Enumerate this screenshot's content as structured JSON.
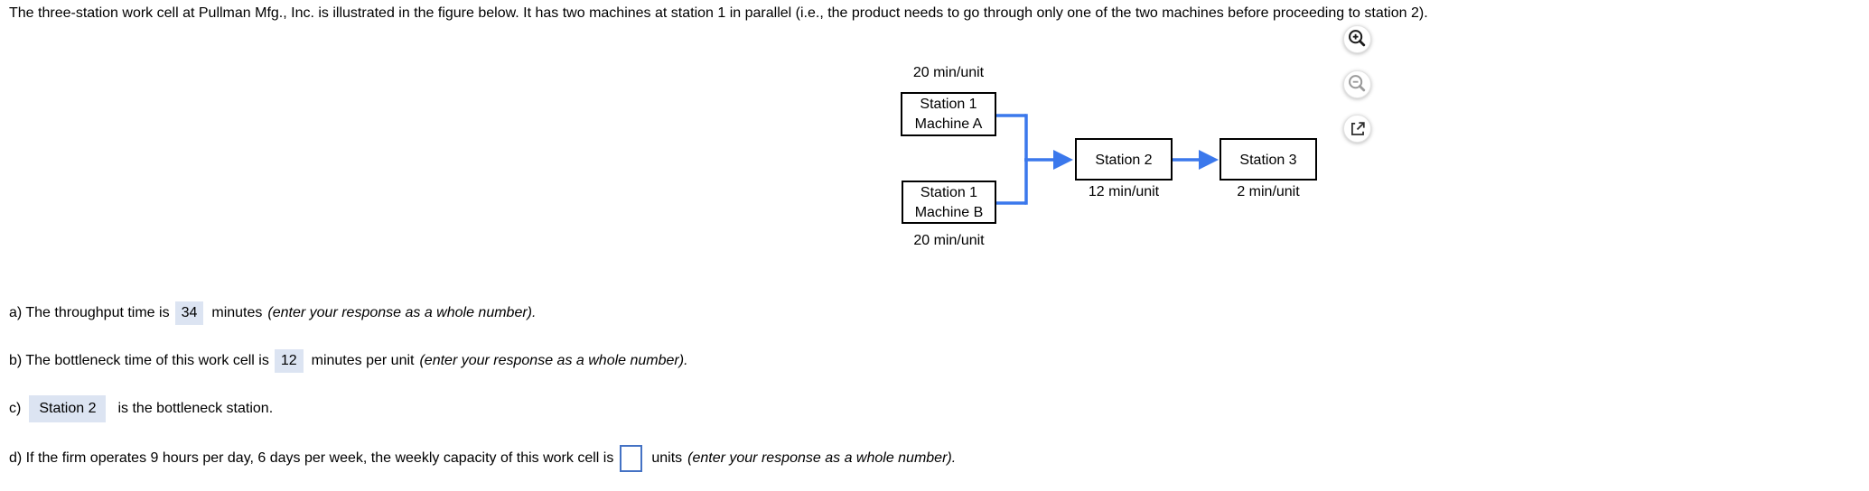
{
  "colors": {
    "highlight_bg": "#dce4f2",
    "input_border": "#4472c4",
    "flow_blue": "#3b78ec",
    "box_border": "#000000"
  },
  "problem": {
    "intro": "The three-station work cell at Pullman Mfg., Inc. is illustrated in the figure below. It has two machines at station 1 in parallel (i.e., the product needs to go through only one of the two machines before proceeding to station 2)."
  },
  "diagram": {
    "station1a": {
      "name": "Station 1",
      "machine": "Machine A",
      "rate": "20 min/unit"
    },
    "station1b": {
      "name": "Station 1",
      "machine": "Machine B",
      "rate": "20 min/unit"
    },
    "station2": {
      "name": "Station 2",
      "rate": "12 min/unit"
    },
    "station3": {
      "name": "Station 3",
      "rate": "2 min/unit"
    }
  },
  "toolbar": {
    "icons": [
      "zoom-in",
      "zoom-out",
      "open-in-new-window"
    ]
  },
  "questions": {
    "a": {
      "before": "a) The throughput time is",
      "answer": "34",
      "after": "minutes",
      "note": "(enter your response as a whole number)."
    },
    "b": {
      "before": "b) The bottleneck time of this work cell is",
      "answer": "12",
      "after": "minutes per unit",
      "note": "(enter your response as a whole number)."
    },
    "c": {
      "before": "c)",
      "answer": "Station 2",
      "after": "is the bottleneck station."
    },
    "d": {
      "before": "d) If the firm operates 9 hours per day, 6 days per week, the weekly capacity of this work cell is",
      "answer": "",
      "after": "units",
      "note": "(enter your response as a whole number)."
    }
  }
}
